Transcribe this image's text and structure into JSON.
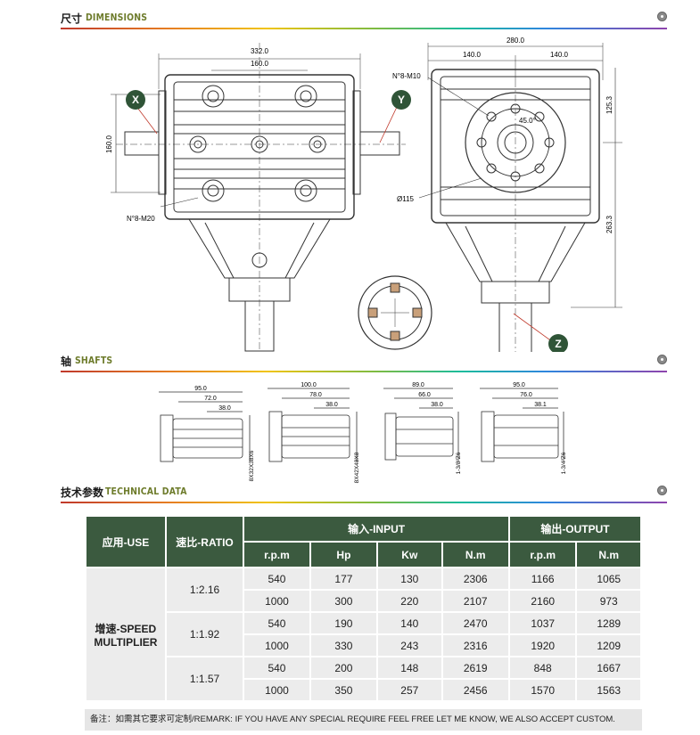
{
  "sections": {
    "dimensions": {
      "cn": "尺寸",
      "en": "DIMENSIONS"
    },
    "shafts": {
      "cn": "轴",
      "en": "SHAFTS"
    },
    "technical": {
      "cn": "技术参数",
      "en": "TECHNICAL DATA"
    }
  },
  "drawing": {
    "front": {
      "width_total": "332.0",
      "width_inner": "160.0",
      "height": "160.0",
      "bolt_note": "N°8-M20",
      "label_x": "X",
      "label_y": "Y"
    },
    "side": {
      "width_total": "280.0",
      "half_left": "140.0",
      "half_right": "140.0",
      "bolt_note": "N°8-M10",
      "angle": "45.0°",
      "dia": "Ø115",
      "height_top": "125.3",
      "height_bottom": "263.3",
      "label_z": "Z"
    }
  },
  "shafts": [
    {
      "d1": "95.0",
      "d2": "72.0",
      "d3": "38.0",
      "spec": "8X32X38X6"
    },
    {
      "d1": "100.0",
      "d2": "78.0",
      "d3": "38.0",
      "spec": "8X42X48X8"
    },
    {
      "d1": "89.0",
      "d2": "66.0",
      "d3": "38.0",
      "spec": "1-3/8\"Z6"
    },
    {
      "d1": "95.0",
      "d2": "76.0",
      "d3": "38.1",
      "spec": "1-3/4\"Z6"
    }
  ],
  "table": {
    "headers": {
      "use": "应用-USE",
      "ratio": "速比-RATIO",
      "input": "输入-INPUT",
      "output": "输出-OUTPUT",
      "in_cols": [
        "r.p.m",
        "Hp",
        "Kw",
        "N.m"
      ],
      "out_cols": [
        "r.p.m",
        "N.m"
      ]
    },
    "use_label_1": "增速-SPEED",
    "use_label_2": "MULTIPLIER",
    "groups": [
      {
        "ratio": "1:2.16",
        "rows": [
          [
            "540",
            "177",
            "130",
            "2306",
            "1166",
            "1065"
          ],
          [
            "1000",
            "300",
            "220",
            "2107",
            "2160",
            "973"
          ]
        ]
      },
      {
        "ratio": "1:1.92",
        "rows": [
          [
            "540",
            "190",
            "140",
            "2470",
            "1037",
            "1289"
          ],
          [
            "1000",
            "330",
            "243",
            "2316",
            "1920",
            "1209"
          ]
        ]
      },
      {
        "ratio": "1:1.57",
        "rows": [
          [
            "540",
            "200",
            "148",
            "2619",
            "848",
            "1667"
          ],
          [
            "1000",
            "350",
            "257",
            "2456",
            "1570",
            "1563"
          ]
        ]
      }
    ],
    "remark": "备注：如需其它要求可定制/REMARK: IF YOU HAVE ANY SPECIAL REQUIRE FEEL FREE LET ME KNOW, WE ALSO ACCEPT CUSTOM."
  },
  "colors": {
    "header_bg": "#3b5a3f",
    "cell_bg": "#ececec",
    "label_circle": "#2f5437",
    "accent_en": "#6e7c2c"
  }
}
